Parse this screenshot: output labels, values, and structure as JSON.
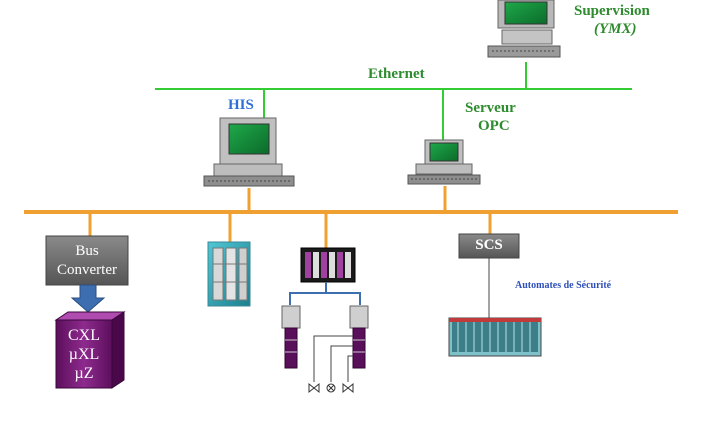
{
  "labels": {
    "supervision": "Supervision",
    "ymx": "(YMX)",
    "ethernet": "Ethernet",
    "his": "HIS",
    "serveur_l1": "Serveur",
    "serveur_l2": "OPC",
    "bus_converter_l1": "Bus",
    "bus_converter_l2": "Converter",
    "cxl": "CXL",
    "uxl": "µXL",
    "uz": "µZ",
    "scs": "SCS",
    "automates": "Automates de Sécurité"
  },
  "colors": {
    "ethernet_line": "#33cc33",
    "control_bus": "#f0a030",
    "label_green": "#2e8b2e",
    "label_blue": "#2e6fd6",
    "converter_box": "#6e6e6e",
    "controller_purple": "#7a1a7a",
    "arrow_blue": "#3d6fb0"
  },
  "icons": [
    "workstation-icon",
    "server-icon",
    "rack-cabinet-icon",
    "io-module-icon",
    "valve-icon"
  ]
}
